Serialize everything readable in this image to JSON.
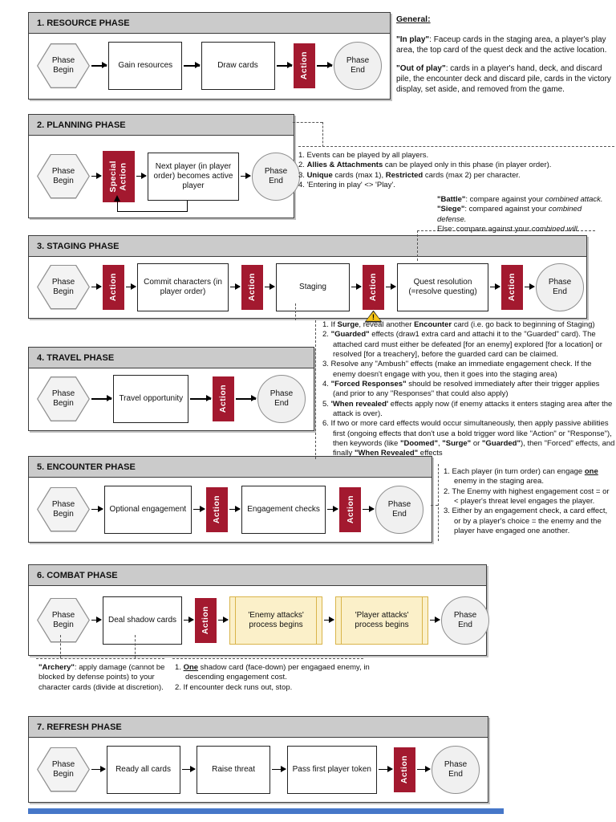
{
  "colors": {
    "accent_red": "#A3192F",
    "header_gray": "#CBCBCB",
    "subprocess_fill": "#FBF0C9",
    "subprocess_border": "#D9B44A",
    "warning_yellow": "#F5C518",
    "blue_bar": "#4677C8"
  },
  "general": {
    "heading": "General:",
    "in_play": [
      {
        "t": "\"In play\"",
        "b": true
      },
      {
        "t": ": Faceup cards in the staging area, a player's play area, the top card of the quest deck and the active location."
      }
    ],
    "out_of_play": [
      {
        "t": "\"Out of play\"",
        "b": true
      },
      {
        "t": ": cards in a player's hand, deck, and discard pile, the encounter deck and discard pile, cards in the victory display, set aside, and removed from the game."
      }
    ]
  },
  "phases": [
    {
      "title": "1. RESOURCE PHASE",
      "steps": [
        {
          "type": "hex",
          "name": "phase-begin",
          "label": "Phase Begin"
        },
        {
          "type": "proc",
          "name": "step-gain-resources",
          "label": "Gain resources"
        },
        {
          "type": "proc",
          "name": "step-draw-cards",
          "label": "Draw cards"
        },
        {
          "type": "action",
          "name": "action-bar",
          "label": "Action"
        },
        {
          "type": "end",
          "name": "phase-end",
          "label": "Phase End"
        }
      ]
    },
    {
      "title": "2. PLANNING PHASE",
      "steps": [
        {
          "type": "hex",
          "name": "phase-begin",
          "label": "Phase Begin"
        },
        {
          "type": "action lg",
          "name": "special-action-bar",
          "label": "Special\nAction"
        },
        {
          "type": "proc",
          "name": "step-next-player",
          "label": "Next player (in player order) becomes active player"
        },
        {
          "type": "end",
          "name": "phase-end",
          "label": "Phase End"
        }
      ]
    },
    {
      "title": "3. STAGING PHASE",
      "steps": [
        {
          "type": "hex",
          "name": "phase-begin",
          "label": "Phase Begin"
        },
        {
          "type": "action",
          "name": "action-bar",
          "label": "Action"
        },
        {
          "type": "proc",
          "name": "step-commit-characters",
          "label": "Commit characters (in player order)"
        },
        {
          "type": "action",
          "name": "action-bar",
          "label": "Action"
        },
        {
          "type": "proc",
          "name": "step-staging",
          "label": "Staging"
        },
        {
          "type": "action",
          "name": "action-bar",
          "label": "Action",
          "warn": true
        },
        {
          "type": "proc",
          "name": "step-quest-resolution",
          "label": "Quest resolution (=resolve questing)"
        },
        {
          "type": "action",
          "name": "action-bar",
          "label": "Action"
        },
        {
          "type": "end",
          "name": "phase-end",
          "label": "Phase End"
        }
      ]
    },
    {
      "title": "4. TRAVEL PHASE",
      "steps": [
        {
          "type": "hex",
          "name": "phase-begin",
          "label": "Phase Begin"
        },
        {
          "type": "proc",
          "name": "step-travel-opportunity",
          "label": "Travel opportunity"
        },
        {
          "type": "action",
          "name": "action-bar",
          "label": "Action"
        },
        {
          "type": "end",
          "name": "phase-end",
          "label": "Phase End"
        }
      ]
    },
    {
      "title": "5. ENCOUNTER PHASE",
      "steps": [
        {
          "type": "hex",
          "name": "phase-begin",
          "label": "Phase Begin"
        },
        {
          "type": "proc",
          "name": "step-optional-engagement",
          "label": "Optional engagement"
        },
        {
          "type": "action",
          "name": "action-bar",
          "label": "Action"
        },
        {
          "type": "proc",
          "name": "step-engagement-checks",
          "label": "Engagement checks"
        },
        {
          "type": "action",
          "name": "action-bar",
          "label": "Action"
        },
        {
          "type": "end",
          "name": "phase-end",
          "label": "Phase End"
        }
      ]
    },
    {
      "title": "6. COMBAT PHASE",
      "steps": [
        {
          "type": "hex",
          "name": "phase-begin",
          "label": "Phase Begin"
        },
        {
          "type": "proc",
          "name": "step-deal-shadow-cards",
          "label": "Deal shadow cards"
        },
        {
          "type": "action",
          "name": "action-bar",
          "label": "Action"
        },
        {
          "type": "sub",
          "name": "step-enemy-attacks",
          "label": "'Enemy attacks' process begins"
        },
        {
          "type": "sub",
          "name": "step-player-attacks",
          "label": "'Player attacks' process begins"
        },
        {
          "type": "end",
          "name": "phase-end",
          "label": "Phase End"
        }
      ]
    },
    {
      "title": "7. REFRESH PHASE",
      "steps": [
        {
          "type": "hex",
          "name": "phase-begin",
          "label": "Phase Begin"
        },
        {
          "type": "proc",
          "name": "step-ready-all-cards",
          "label": "Ready all cards"
        },
        {
          "type": "proc",
          "name": "step-raise-threat",
          "label": "Raise threat"
        },
        {
          "type": "proc",
          "name": "step-pass-first-player-token",
          "label": "Pass first player token"
        },
        {
          "type": "action",
          "name": "action-bar",
          "label": "Action"
        },
        {
          "type": "end",
          "name": "phase-end",
          "label": "Phase End"
        }
      ]
    }
  ],
  "notes": {
    "planning": [
      [
        {
          "t": "1. Events can be played by all players."
        }
      ],
      [
        {
          "t": "2. "
        },
        {
          "t": "Allies & Attachments",
          "b": true
        },
        {
          "t": " can be played only in this phase (in player order)."
        }
      ],
      [
        {
          "t": "3. "
        },
        {
          "t": "Unique",
          "b": true
        },
        {
          "t": " cards (max 1), "
        },
        {
          "t": "Restricted",
          "b": true
        },
        {
          "t": " cards (max 2) per character."
        }
      ],
      [
        {
          "t": "4. 'Entering in play' <> 'Play'."
        }
      ]
    ],
    "battle": [
      [
        {
          "t": "\"Battle\"",
          "b": true
        },
        {
          "t": ": compare against your "
        },
        {
          "t": "combined attack.",
          "i": true
        }
      ],
      [
        {
          "t": "\"Siege\"",
          "b": true
        },
        {
          "t": ": compared against your "
        },
        {
          "t": "combined defense.",
          "i": true
        }
      ],
      [
        {
          "t": "Else: compare against your "
        },
        {
          "t": "combined will.",
          "i": true
        }
      ]
    ],
    "staging": [
      [
        {
          "t": "1. If "
        },
        {
          "t": "Surge",
          "b": true
        },
        {
          "t": ", reveal another "
        },
        {
          "t": "Encounter",
          "b": true
        },
        {
          "t": " card (i.e. go back to beginning of Staging)"
        }
      ],
      [
        {
          "t": "2. "
        },
        {
          "t": "\"Guarded\"",
          "b": true
        },
        {
          "t": " effects (draw1 extra card and attachi it to the \"Guarded\" card). The attached card must either be defeated [for an enemy] explored [for a location] or resolved [for a treachery], before the guarded card can be claimed."
        }
      ],
      [
        {
          "t": "3. Resolve any \"Ambush\" effects (make an immediate engagement check. If the enemy doesn't engage with you, then it goes into the staging area)"
        }
      ],
      [
        {
          "t": "4. "
        },
        {
          "t": "\"Forced Responses\"",
          "b": true
        },
        {
          "t": " should be resolved immediately after their trigger applies (and prior to any \"Responses\" that could also apply)"
        }
      ],
      [
        {
          "t": "5. "
        },
        {
          "t": "'When revealed'",
          "b": true
        },
        {
          "t": " effects apply now (if enemy attacks it enters staging area after the attack is over)."
        }
      ],
      [
        {
          "t": "6. If two or more card effects would occur simultaneously, then apply passive abilities first (ongoing effects that don't use a bold trigger word like \"Action\" or \"Response\"), then keywords (like "
        },
        {
          "t": "\"Doomed\"",
          "b": true
        },
        {
          "t": ", "
        },
        {
          "t": "\"Surge\"",
          "b": true
        },
        {
          "t": " or "
        },
        {
          "t": "\"Guarded\"",
          "b": true
        },
        {
          "t": "), then \"Forced\" effects, and finally "
        },
        {
          "t": "\"When Revealed\"",
          "b": true
        },
        {
          "t": " effects"
        }
      ]
    ],
    "encounter": [
      [
        {
          "t": "1. Each player (in turn order) can engage "
        },
        {
          "t": "one",
          "b": true,
          "u": true
        },
        {
          "t": " enemy in the staging area."
        }
      ],
      [
        {
          "t": "2. The Enemy with highest engagement cost = or < player's threat level engages the player."
        }
      ],
      [
        {
          "t": "3. Either by an engagement check, a card effect, or by a player's choice = the enemy and the player have engaged one another."
        }
      ]
    ],
    "archery": [
      [
        {
          "t": "\"Archery\"",
          "b": true
        },
        {
          "t": ": apply damage (cannot be blocked by defense points) to your character cards (divide at discretion)."
        }
      ]
    ],
    "shadow": [
      [
        {
          "t": "1. "
        },
        {
          "t": "One",
          "b": true,
          "u": true
        },
        {
          "t": " shadow card (face-down) per engagaed enemy, in descending engagement cost."
        }
      ],
      [
        {
          "t": "2. If encounter deck runs out, stop."
        }
      ]
    ]
  }
}
